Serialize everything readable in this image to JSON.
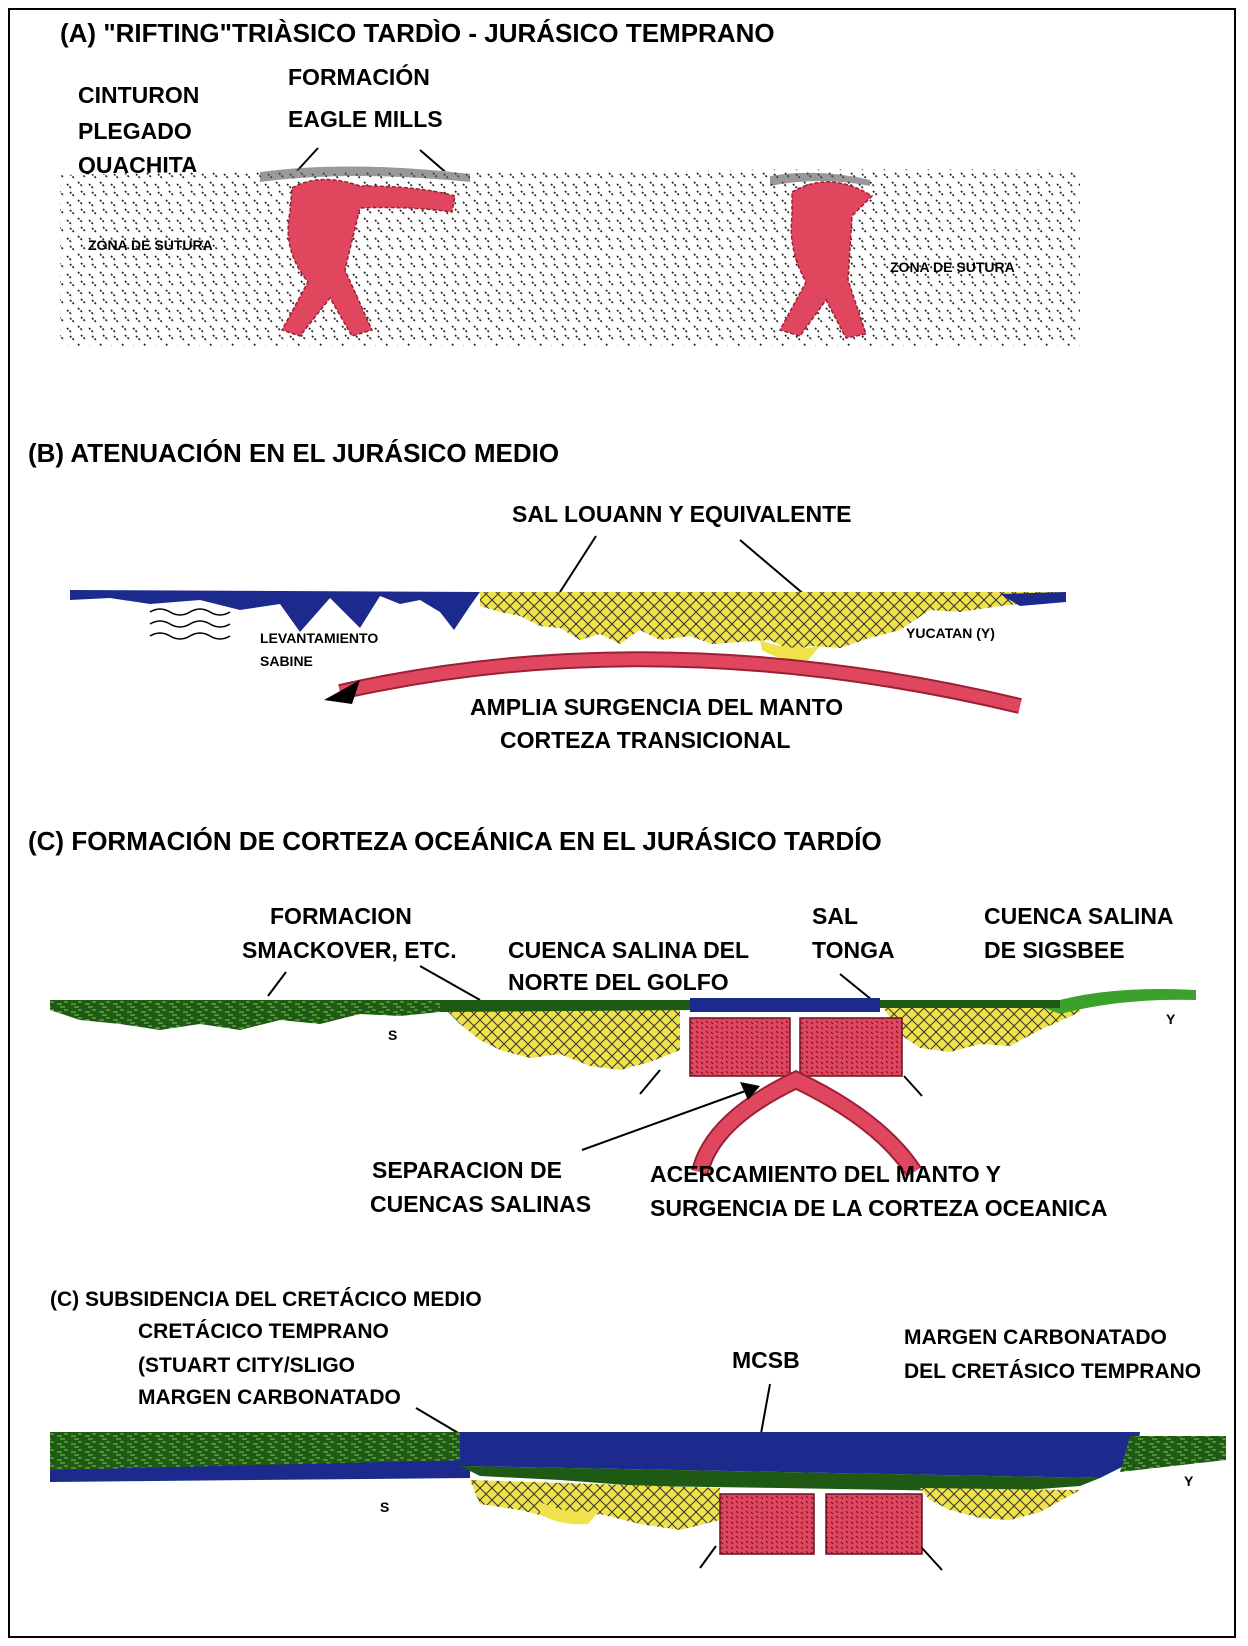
{
  "panels": {
    "a": {
      "title": "(A) \"RIFTING\"TRIÀSICO TARDÌO - JURÁSICO TEMPRANO",
      "cinturon": [
        "CINTURON",
        "PLEGADO",
        "QUACHITA"
      ],
      "formacion": [
        "FORMACIÓN",
        "EAGLE MILLS"
      ],
      "sutura_left": "ZONA DE SUTURA",
      "sutura_right": "ZONA DE SUTURA"
    },
    "b": {
      "title": "(B) ATENUACIÓN EN EL JURÁSICO MEDIO",
      "sal": "SAL LOUANN Y EQUIVALENTE",
      "levantamiento": [
        "LEVANTAMIENTO",
        "SABINE"
      ],
      "yucatan": "YUCATAN (Y)",
      "surgencia": [
        "AMPLIA SURGENCIA DEL MANTO",
        "CORTEZA TRANSICIONAL"
      ]
    },
    "c": {
      "title": "(C) FORMACIÓN DE CORTEZA OCEÁNICA EN EL JURÁSICO TARDÍO",
      "smackover": [
        "FORMACION",
        "SMACKOVER, ETC."
      ],
      "cuenca_norte": [
        "CUENCA SALINA DEL",
        "NORTE DEL GOLFO"
      ],
      "tonga": [
        "SAL",
        "TONGA"
      ],
      "sigsbee": [
        "CUENCA SALINA",
        "DE SIGSBEE"
      ],
      "s": "S",
      "y": "Y",
      "separacion": [
        "SEPARACION DE",
        "CUENCAS SALINAS"
      ],
      "acercamiento": [
        "ACERCAMIENTO DEL MANTO Y",
        "SURGENCIA DE LA CORTEZA OCEANICA"
      ]
    },
    "d": {
      "title": "(C) SUBSIDENCIA DEL CRETÁCICO MEDIO",
      "cretacico": [
        "CRETÁCICO TEMPRANO",
        "(STUART CITY/SLIGO",
        "MARGEN CARBONATADO"
      ],
      "mcsb": "MCSB",
      "margen": [
        "MARGEN CARBONATADO",
        "DEL CRETÁSICO TEMPRANO"
      ],
      "s": "S",
      "y": "Y"
    }
  },
  "colors": {
    "magma": "#e0475f",
    "salt": "#f0e24a",
    "water": "#1b2a8c",
    "sediment_green": "#1e5a14",
    "bright_green": "#3aa22a",
    "basement": "#c8c8c8"
  }
}
